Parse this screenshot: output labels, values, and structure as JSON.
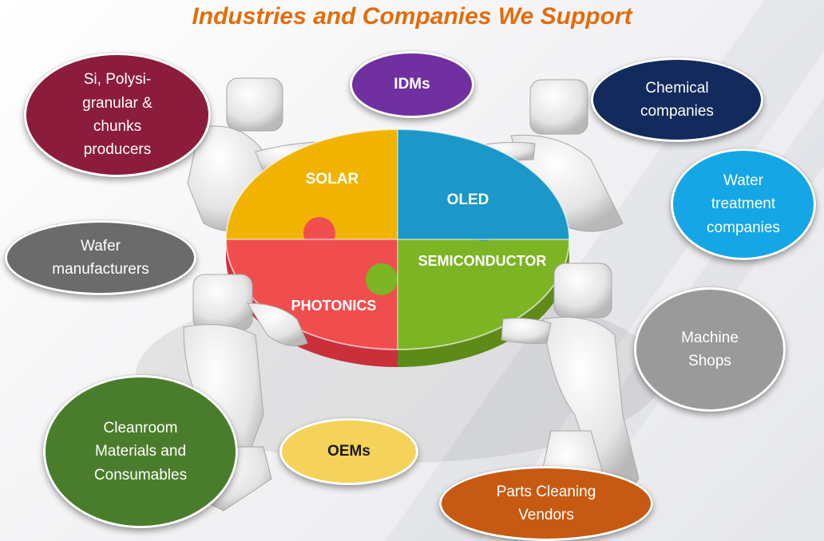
{
  "title": "Industries and Companies We Support",
  "puzzle": {
    "pieces": [
      {
        "label": "SOLAR",
        "color": "#f0b400"
      },
      {
        "label": "OLED",
        "color": "#1b98c8"
      },
      {
        "label": "PHOTONICS",
        "color": "#f04e4e"
      },
      {
        "label": "SEMICONDUCTOR",
        "color": "#7cb424"
      }
    ]
  },
  "ovals": [
    {
      "id": "si-polysi",
      "text": "Si, Polysi-\ngranular &\nchunks\nproducers",
      "color": "#8b1c3c"
    },
    {
      "id": "idms",
      "text": "IDMs",
      "color": "#7030a0"
    },
    {
      "id": "chemical",
      "text": "Chemical\ncompanies",
      "color": "#122a5c"
    },
    {
      "id": "water",
      "text": "Water\ntreatment\ncompanies",
      "color": "#15a6e6"
    },
    {
      "id": "wafer",
      "text": "Wafer\nmanufacturers",
      "color": "#6b6b6b"
    },
    {
      "id": "machine",
      "text": "Machine\nShops",
      "color": "#9a9a9a"
    },
    {
      "id": "cleanroom",
      "text": "Cleanroom\nMaterials and\nConsumables",
      "color": "#4a7d2b"
    },
    {
      "id": "oems",
      "text": "OEMs",
      "color": "#f5d35a"
    },
    {
      "id": "parts",
      "text": "Parts Cleaning\nVendors",
      "color": "#c65a12"
    }
  ]
}
